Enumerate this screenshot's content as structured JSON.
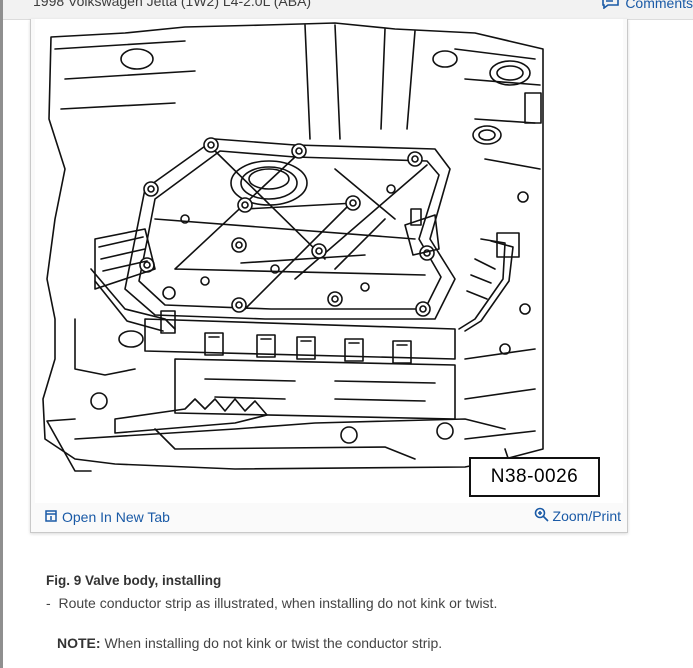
{
  "header": {
    "title": "1998 Volkswagen Jetta (1W2) L4-2.0L (ABA)",
    "comment_label": "Comments",
    "comment_icon": "comment-icon"
  },
  "figure": {
    "code_label": "N38-0026",
    "open_tab_label": "Open In New Tab",
    "open_tab_icon": "open-in-new-tab-icon",
    "zoom_label": "Zoom/Print",
    "zoom_icon": "zoom-in-icon"
  },
  "caption": {
    "title": "Fig. 9 Valve body, installing",
    "bullet_marker": "-",
    "bullet_text": "Route conductor strip as illustrated, when installing do not kink or twist.",
    "note_label": "NOTE:",
    "note_text": "When installing do not kink or twist the conductor strip."
  },
  "colors": {
    "link": "#1a5aa6",
    "header_bg": "#f2f2f2",
    "text": "#333333"
  }
}
